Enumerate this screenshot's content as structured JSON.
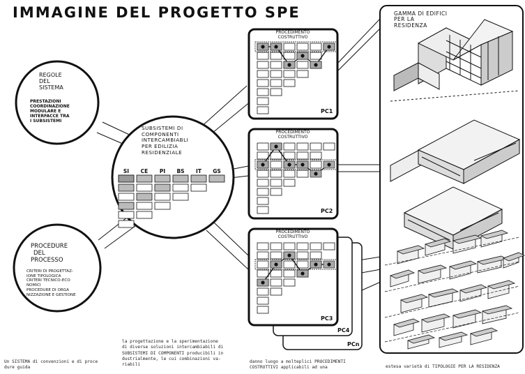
{
  "title": "IMMAGINE DEL PROGETTO SPE",
  "regole": {
    "heading": [
      "REGOLE",
      "DEL",
      "SISTEMA"
    ],
    "body": [
      "PRESTAZIONI",
      "COORDINAZIONE",
      "MODULARE E",
      "INTERFACCE TRA",
      "I SUBSISTEMI"
    ]
  },
  "procedure": {
    "heading": [
      "PROCEDURE",
      "DEL",
      "PROCESSO"
    ],
    "body": [
      "CRITERI DI PROGETTAZ-",
      "IONE TIPOLOGICA",
      "CRITERI TECNICO-ECO",
      "NOMICI",
      "PROCEDURE DI ORGA",
      "NIZZAZIONE E GESTIONE"
    ]
  },
  "subsistemi": {
    "heading": [
      "SUBSISTEMI DI",
      "COMPONENTI",
      "INTERCAMBIABLI",
      "PER EDILIZIA",
      "RESIDENZIALE"
    ],
    "columns": [
      "SI",
      "CE",
      "PI",
      "BS",
      "IT",
      "GS"
    ]
  },
  "procedimento": {
    "title": [
      "PROCEDIMENTO",
      "COSTRUTTIVO"
    ],
    "labels": [
      "PC1",
      "PC2",
      "PC3",
      "PC4",
      "PCn"
    ]
  },
  "gamma": [
    "GAMMA DI EDIFICI",
    "PER LA",
    "RESIDENZA"
  ],
  "captions": {
    "left": "Un SISTEMA di convenzioni e di proce\ndure guida",
    "middle": "la progettazione e la sperimentazione\ndi diverse soluzioni intercambiabili di\nSUBSISTEMI DI COMPONENTI producibili in\ndustrialmente, le cui combinazioni va-\nriabili",
    "center_right": "danno luogo a molteplici PROCEDIMENTI\nCOSTRUTTIVI applicabili ad una",
    "right": "estesa varietà di TIPOLOGIE PER LA RESIDENZA"
  }
}
